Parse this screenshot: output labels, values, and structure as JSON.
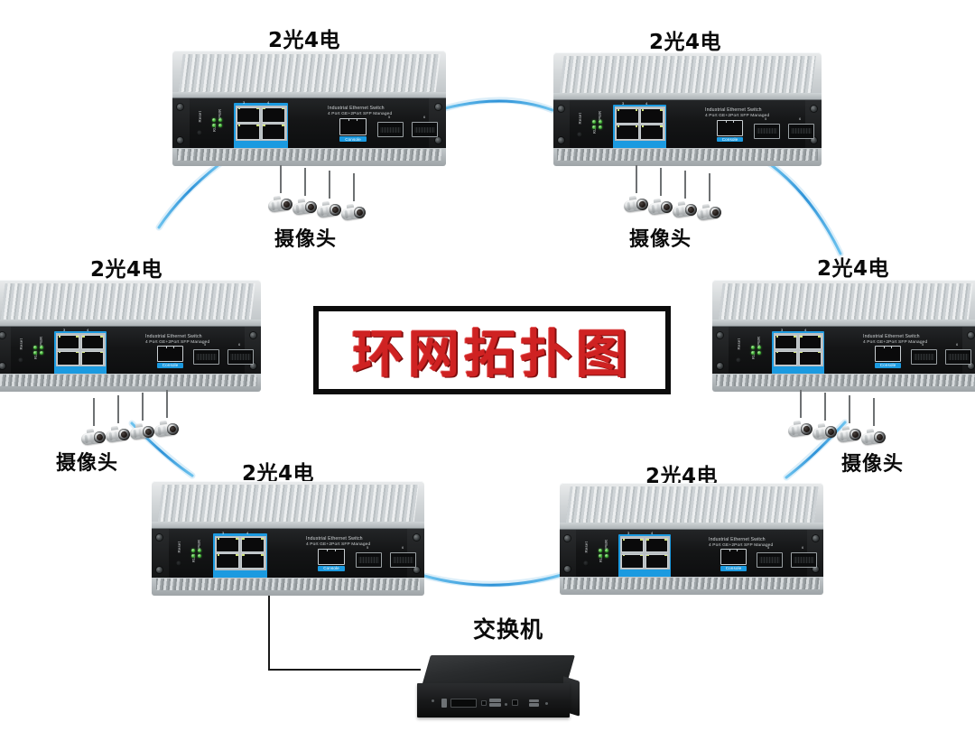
{
  "diagram": {
    "title": "环网拓扑图",
    "title_color": "#cf2222",
    "border_color": "#0c0c0c",
    "background": "#ffffff"
  },
  "device_model": {
    "line1": "Industrial  Ethernet  Switch",
    "line2": "4 Port GE+2Port SFP Managed",
    "console_label": "Console",
    "reset_label": "Reset",
    "led_run": "RUN",
    "led_pwr": "PWR",
    "port_numbers": [
      "1",
      "2",
      "3",
      "4"
    ],
    "sfp_numbers": [
      "5",
      "6"
    ]
  },
  "labels": {
    "switch_spec": "2光4电",
    "camera": "摄像头",
    "core_switch": "交换机"
  },
  "cables": {
    "ring_color": "#3ea6e8",
    "ring_glow": "#bfe4f7",
    "downlink_color": "#6e7173",
    "uplink_color": "#1a1a1a"
  },
  "nodes": [
    {
      "id": "sw-top-left",
      "label": "2光4电",
      "camera_label": "摄像头",
      "cameras": 4
    },
    {
      "id": "sw-top-right",
      "label": "2光4电",
      "camera_label": "摄像头",
      "cameras": 4
    },
    {
      "id": "sw-mid-left",
      "label": "2光4电",
      "camera_label": "摄像头",
      "cameras": 4
    },
    {
      "id": "sw-mid-right",
      "label": "2光4电",
      "camera_label": "摄像头",
      "cameras": 4
    },
    {
      "id": "sw-bottom-left",
      "label": "2光4电",
      "camera_label": "",
      "cameras": 0
    },
    {
      "id": "sw-bottom-right",
      "label": "2光4电",
      "camera_label": "",
      "cameras": 0
    }
  ],
  "core": {
    "id": "core-switch",
    "label": "交换机"
  }
}
